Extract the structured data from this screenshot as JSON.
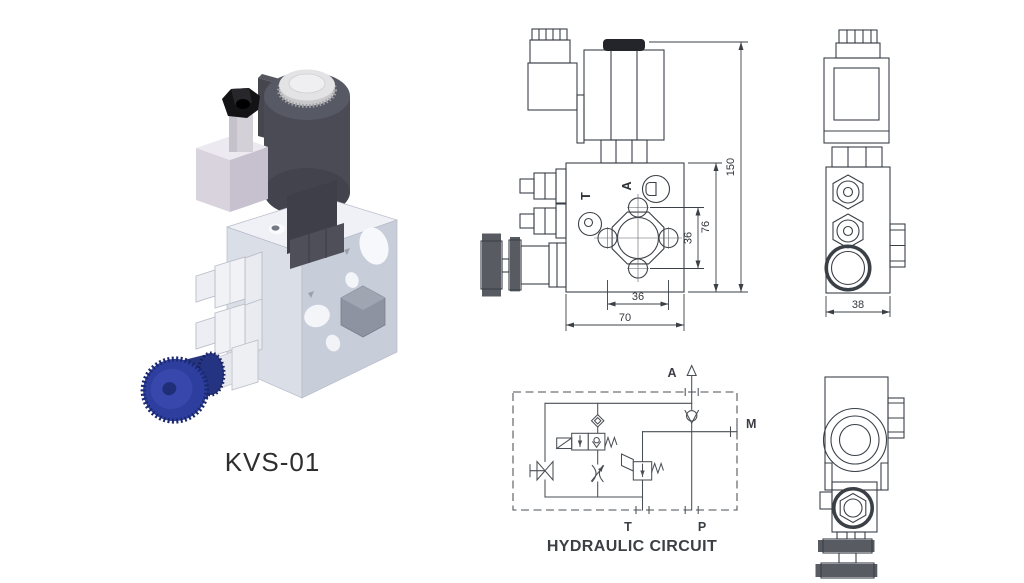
{
  "page": {
    "background": "#ffffff"
  },
  "product": {
    "label": "KVS-01",
    "colors": {
      "solenoid_coil": "#4a4b55",
      "connector_body": "#d9d3de",
      "connector_nut": "#131316",
      "valve_block": "#dadee7",
      "adjuster_metal": "#f1f2f6",
      "knob_blue": "#2e3e9e"
    }
  },
  "front_view": {
    "port_labels": {
      "t": "T",
      "a": "A"
    },
    "dimensions": {
      "overall_height": "150",
      "body_height": "76",
      "hole_spacing_vertical": "36",
      "hole_spacing_horizontal": "36",
      "body_width": "70"
    }
  },
  "side_view": {
    "dimensions": {
      "body_depth": "38"
    }
  },
  "hydraulic_circuit": {
    "caption": "HYDRAULIC CIRCUIT",
    "ports": {
      "a": "A",
      "m": "M",
      "t": "T",
      "p": "P"
    }
  }
}
